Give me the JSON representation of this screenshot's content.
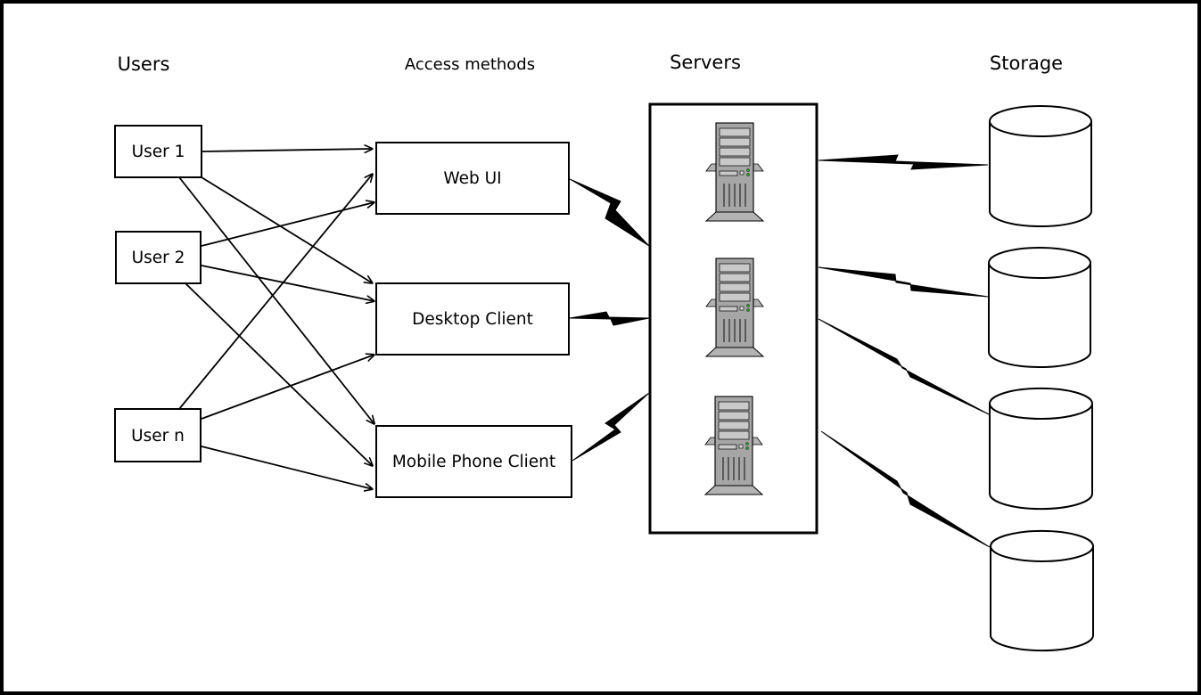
{
  "headings": {
    "users": "Users",
    "access_methods": "Access methods",
    "servers": "Servers",
    "storage": "Storage"
  },
  "users": [
    {
      "id": "u1",
      "label": "User 1"
    },
    {
      "id": "u2",
      "label": "User 2"
    },
    {
      "id": "un",
      "label": "User n"
    }
  ],
  "access_methods": [
    {
      "id": "web",
      "label": "Web UI"
    },
    {
      "id": "desktop",
      "label": "Desktop Client"
    },
    {
      "id": "mobile",
      "label": "Mobile Phone Client"
    }
  ],
  "servers": [
    {
      "id": "s1",
      "icon": "server-tower-icon"
    },
    {
      "id": "s2",
      "icon": "server-tower-icon"
    },
    {
      "id": "s3",
      "icon": "server-tower-icon"
    }
  ],
  "storage": [
    {
      "id": "d1",
      "icon": "database-cylinder-icon"
    },
    {
      "id": "d2",
      "icon": "database-cylinder-icon"
    },
    {
      "id": "d3",
      "icon": "database-cylinder-icon"
    },
    {
      "id": "d4",
      "icon": "database-cylinder-icon"
    }
  ],
  "connections": {
    "user_to_access": [
      [
        "u1",
        "web"
      ],
      [
        "u1",
        "desktop"
      ],
      [
        "u1",
        "mobile"
      ],
      [
        "u2",
        "web"
      ],
      [
        "u2",
        "desktop"
      ],
      [
        "u2",
        "mobile"
      ],
      [
        "un",
        "web"
      ],
      [
        "un",
        "desktop"
      ],
      [
        "un",
        "mobile"
      ]
    ],
    "access_to_servers": [
      "web",
      "desktop",
      "mobile"
    ],
    "servers_to_storage": [
      "d1",
      "d2",
      "d3",
      "d4"
    ]
  },
  "colors": {
    "line": "#000000",
    "server_body": "#a6a6a6",
    "server_panel": "#c9c9c9",
    "server_led": "#2e9e2e",
    "background": "#ffffff"
  }
}
